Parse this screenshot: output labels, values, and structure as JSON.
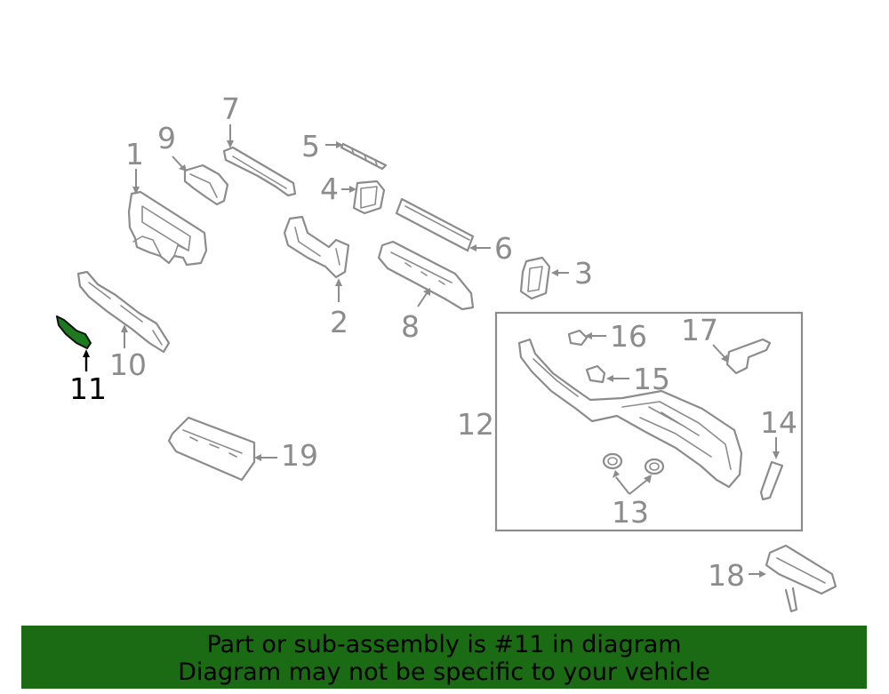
{
  "callouts": {
    "c1": "1",
    "c2": "2",
    "c3": "3",
    "c4": "4",
    "c5": "5",
    "c6": "6",
    "c7": "7",
    "c8": "8",
    "c9": "9",
    "c10": "10",
    "c11": "11",
    "c12": "12",
    "c13": "13",
    "c14": "14",
    "c15": "15",
    "c16": "16",
    "c17": "17",
    "c18": "18",
    "c19": "19"
  },
  "highlighted_part": "11",
  "colors": {
    "highlight_fill": "#1e7a1e",
    "banner_bg": "#1a6b14",
    "line": "#8c8c8c"
  },
  "banner": {
    "line1": "Part or sub-assembly is #11 in diagram",
    "line2": "Diagram may not be specific to your vehicle"
  }
}
